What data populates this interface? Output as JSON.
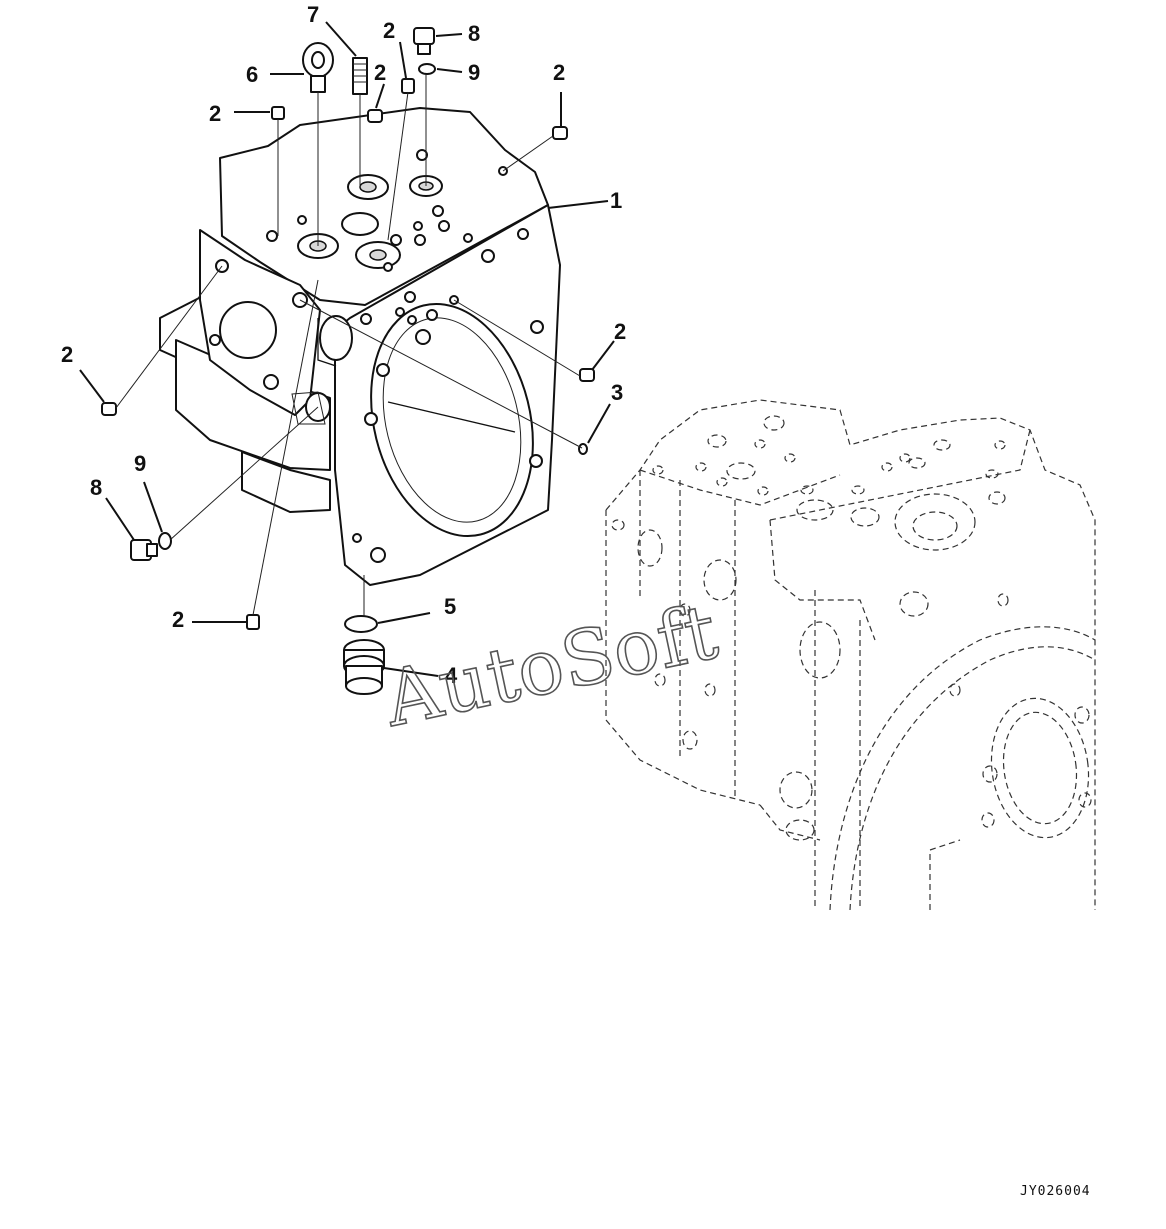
{
  "callouts": [
    {
      "id": "c1",
      "label": "1"
    },
    {
      "id": "c2a",
      "label": "2"
    },
    {
      "id": "c2b",
      "label": "2"
    },
    {
      "id": "c2c",
      "label": "2"
    },
    {
      "id": "c2d",
      "label": "2"
    },
    {
      "id": "c2e",
      "label": "2"
    },
    {
      "id": "c2f",
      "label": "2"
    },
    {
      "id": "c2g",
      "label": "2"
    },
    {
      "id": "c3",
      "label": "3"
    },
    {
      "id": "c4",
      "label": "4"
    },
    {
      "id": "c5",
      "label": "5"
    },
    {
      "id": "c6",
      "label": "6"
    },
    {
      "id": "c7",
      "label": "7"
    },
    {
      "id": "c8a",
      "label": "8"
    },
    {
      "id": "c8b",
      "label": "8"
    },
    {
      "id": "c9a",
      "label": "9"
    },
    {
      "id": "c9b",
      "label": "9"
    }
  ],
  "watermark": "AutoSoft",
  "drawing_ref": "JY026004",
  "colors": {
    "ink": "#111111",
    "background": "#ffffff",
    "watermark": "#555555"
  }
}
